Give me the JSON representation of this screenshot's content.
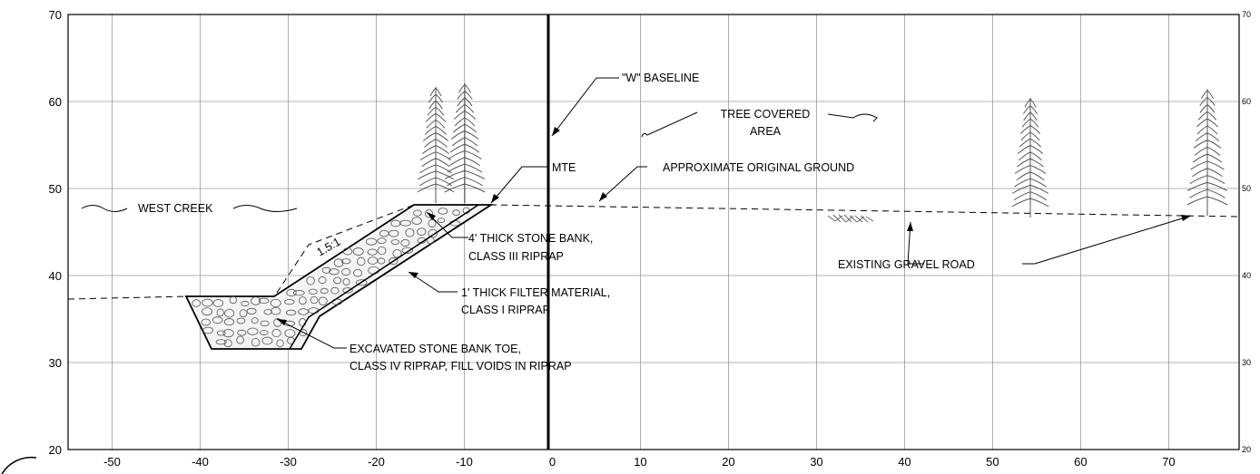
{
  "section": {
    "y_axis_ticks": [
      "70",
      "60",
      "50",
      "40",
      "30",
      "20"
    ],
    "right_axis_ticks": [
      "70",
      "60",
      "50",
      "40",
      "30",
      "20"
    ],
    "x_axis_ticks": [
      "-50",
      "-40",
      "-30",
      "-20",
      "-10",
      "0",
      "10",
      "20",
      "30",
      "40",
      "50",
      "60",
      "70"
    ],
    "x_range": [
      -55,
      78
    ],
    "y_range": [
      20,
      70
    ],
    "grid": true
  },
  "annotations": {
    "baseline": "\"W\" BASELINE",
    "tree_area_line1": "TREE COVERED",
    "tree_area_line2": "AREA",
    "mte": "MTE",
    "original_ground": "APPROXIMATE ORIGINAL GROUND",
    "west_creek": "WEST CREEK",
    "slope": "1.5:1",
    "stone_bank_line1": "4' THICK STONE BANK,",
    "stone_bank_line2": "CLASS III RIPRAP",
    "filter_line1": "1' THICK FILTER MATERIAL,",
    "filter_line2": "CLASS I RIPRAP",
    "toe_line1": "EXCAVATED STONE BANK TOE,",
    "toe_line2": "CLASS IV RIPRAP, FILL VOIDS IN RIPRAP",
    "gravel_road": "EXISTING GRAVEL ROAD"
  }
}
